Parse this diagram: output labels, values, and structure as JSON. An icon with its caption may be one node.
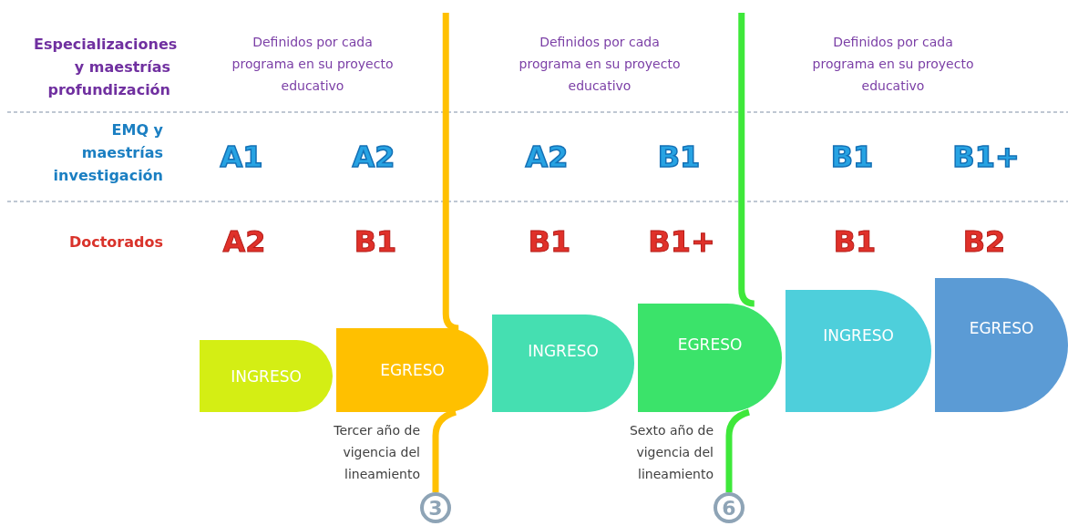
{
  "diagram": {
    "nodes": [
      {
        "text": [
          "INGRESO"
        ]
      },
      {
        "text": [
          "EGRESO"
        ]
      },
      {
        "text": [
          "INGRESO"
        ]
      },
      {
        "text": [
          "EGRESO"
        ]
      },
      {
        "text": [
          "INGRESO"
        ]
      },
      {
        "text": [
          "EGRESO"
        ]
      },
      {
        "text": [
          "3"
        ],
        "beside": [
          "Tercer  año de vigencia del lineamiento"
        ]
      },
      {
        "text": [
          "6"
        ],
        "beside": [
          "Sexto año de vigencia del lineamiento"
        ]
      }
    ],
    "edges": [
      {
        "from": null,
        "to": 1,
        "arrow": "none",
        "color": "#ffc000"
      },
      {
        "from": 1,
        "to": 6,
        "arrow": "none",
        "color": "#ffc000"
      },
      {
        "from": null,
        "to": 3,
        "arrow": "none",
        "color": "#3ee83a"
      },
      {
        "from": 3,
        "to": 7,
        "arrow": "none",
        "color": "#3ee83a"
      }
    ],
    "labels": [
      "Especializaciones y maestrías profundización",
      "Definidos por cada programa en su proyecto educativo",
      "Definidos por cada programa en su proyecto educativo",
      "Definidos por cada programa en su proyecto educativo",
      "EMQ y maestrías investigación",
      "A1",
      "A2",
      "A2",
      "B1",
      "B1",
      "B1+",
      "Doctorados",
      "A2",
      "B1",
      "B1",
      "B1+",
      "B1",
      "B2"
    ]
  }
}
